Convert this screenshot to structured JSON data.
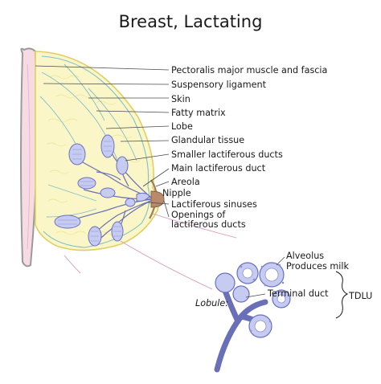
{
  "title": "Breast, Lactating",
  "labels": {
    "pectoralis": "Pectoralis major muscle and fascia",
    "suspensory": "Suspensory ligament",
    "skin": "Skin",
    "fatty": "Fatty matrix",
    "lobe": "Lobe",
    "glandular": "Glandular tissue",
    "smaller_ducts": "Smaller lactiferous ducts",
    "main_duct": "Main lactiferous duct",
    "areola": "Areola",
    "nipple": "Nipple",
    "sinuses": "Lactiferous sinuses",
    "openings_1": "Openings of",
    "openings_2": "lactiferous ducts"
  },
  "inset": {
    "alveolus": "Alveolus",
    "produces_milk": "Produces milk",
    "terminal_duct": "Terminal duct",
    "lobule": "Lobule:",
    "tdlu": "TDLU"
  },
  "colors": {
    "chest_wall_fill": "#f7dbe4",
    "chest_wall_stroke": "#9a9a9a",
    "breast_fill": "#fbf6c8",
    "breast_outline": "#e0cf5f",
    "skin_line": "#7fc0c8",
    "duct": "#6a70b8",
    "lobule_fill": "#c6cbf2",
    "lobule_stroke": "#6a70c0",
    "nipple": "#b8896a",
    "areola": "#a07c5e",
    "fibers": "#d69ab7"
  }
}
